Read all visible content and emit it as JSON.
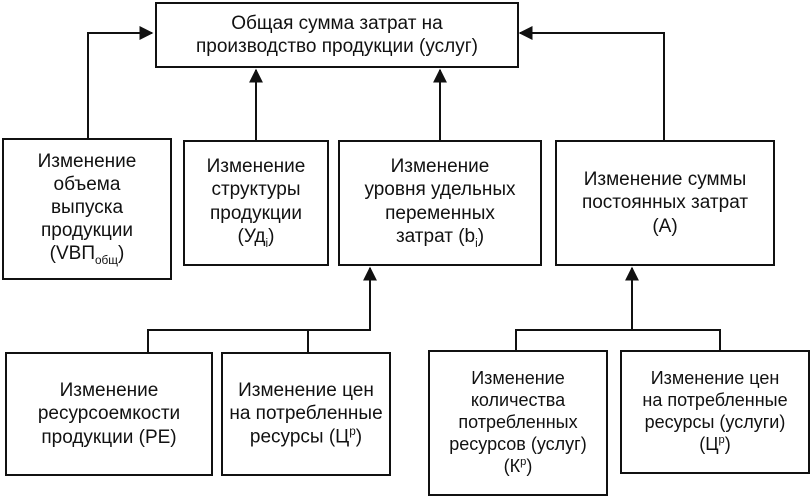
{
  "top": {
    "line1": "Общая сумма затрат на",
    "line2": "производство продукции (услуг)"
  },
  "volume": {
    "line1": "Изменение",
    "line2": "объема",
    "line3": "выпуска",
    "line4": "продукции",
    "line5_main": "(VBП",
    "line5_sub": "общ",
    "line5_end": ")"
  },
  "structure": {
    "line1": "Изменение",
    "line2": "структуры",
    "line3": "продукции",
    "line4_main": "(Уд",
    "line4_sub": "i",
    "line4_end": ")"
  },
  "unit_variable": {
    "line1": "Изменение",
    "line2": "уровня удельных",
    "line3": "переменных",
    "line4_main": "затрат (b",
    "line4_sub": "i",
    "line4_end": ")"
  },
  "fixed": {
    "line1": "Изменение суммы",
    "line2": "постоянных затрат",
    "line3": "(А)"
  },
  "resource_intensity": {
    "line1": "Изменение",
    "line2": "ресурсоемкости",
    "line3": "продукции (РЕ)"
  },
  "resource_prices_left": {
    "line1": "Изменение цен",
    "line2": "на потребленные",
    "line3_main": "ресурсы (Ц",
    "line3_sup": "р",
    "line3_end": ")"
  },
  "resource_quantity": {
    "line1": "Изменение",
    "line2": "количества",
    "line3": "потребленных",
    "line4": "ресурсов (услуг)",
    "line5_main": "(К",
    "line5_sup": "р",
    "line5_end": ")"
  },
  "resource_prices_right": {
    "line1": "Изменение цен",
    "line2": "на потребленные",
    "line3": "ресурсы (услуги)",
    "line4_main": "(Ц",
    "line4_sup": "р",
    "line4_end": ")"
  }
}
